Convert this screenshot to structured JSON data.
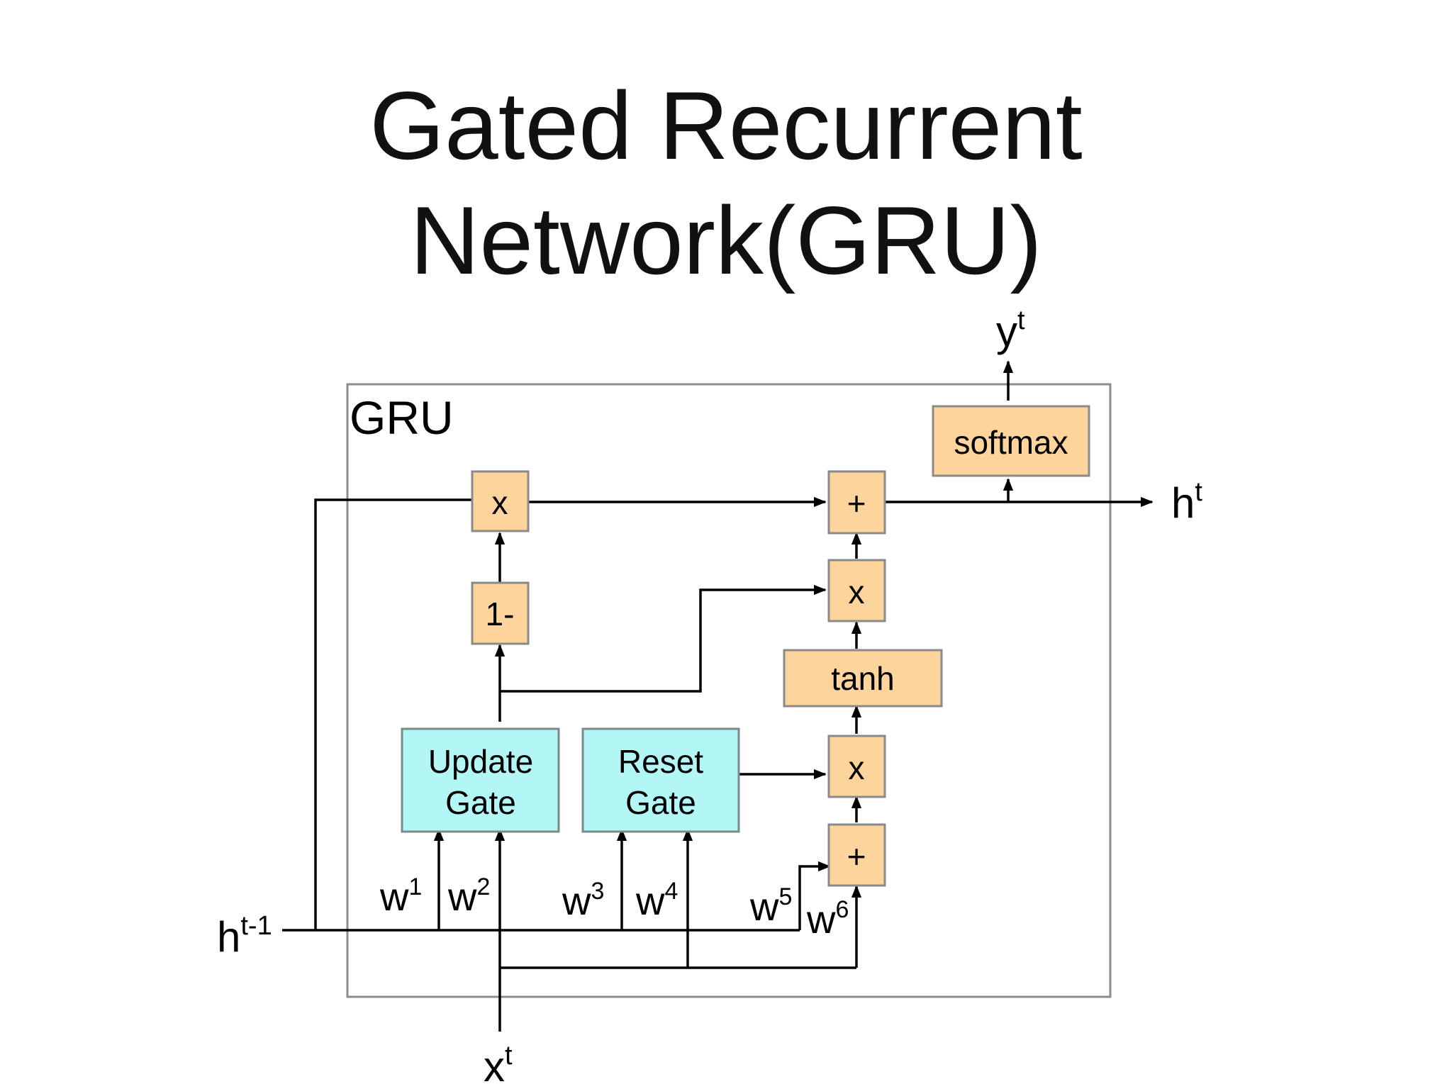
{
  "title": {
    "line1": "Gated Recurrent",
    "line2": "Network(GRU)"
  },
  "diagram": {
    "frame_label": "GRU",
    "inputs": {
      "h_prev": {
        "base": "h",
        "sup": "t-1"
      },
      "x": {
        "base": "x",
        "sup": "t"
      }
    },
    "outputs": {
      "h": {
        "base": "h",
        "sup": "t"
      },
      "y": {
        "base": "y",
        "sup": "t"
      }
    },
    "ops": {
      "mul_top": "x",
      "one_minus": "1-",
      "add_top": "+",
      "mul_mid": "x",
      "tanh": "tanh",
      "mul_reset": "x",
      "add_bottom": "+",
      "softmax": "softmax"
    },
    "gates": {
      "update": [
        "Update",
        "Gate"
      ],
      "reset": [
        "Reset",
        "Gate"
      ]
    },
    "weights": [
      {
        "base": "w",
        "sup": "1"
      },
      {
        "base": "w",
        "sup": "2"
      },
      {
        "base": "w",
        "sup": "3"
      },
      {
        "base": "w",
        "sup": "4"
      },
      {
        "base": "w",
        "sup": "5"
      },
      {
        "base": "w",
        "sup": "6"
      }
    ],
    "colors": {
      "op_fill": "#fdd49c",
      "op_stroke": "#8a8a8a",
      "gate_fill": "#b3f6f6",
      "gate_stroke": "#7a8a8a",
      "frame_stroke": "#8c8c8c",
      "line": "#000000"
    }
  }
}
